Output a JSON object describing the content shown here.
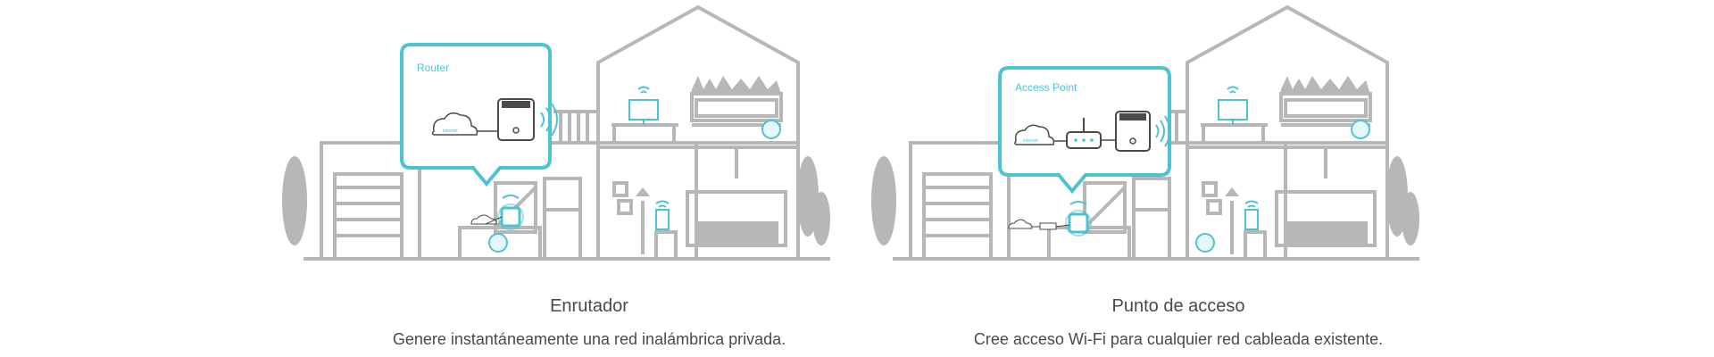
{
  "modes": [
    {
      "title": "Enrutador",
      "description": "Genere instantáneamente una red inalámbrica privada.",
      "callout_label": "Router",
      "cloud_label": "internet"
    },
    {
      "title": "Punto de acceso",
      "description": "Cree acceso Wi-Fi para cualquier red cableada existente.",
      "callout_label": "Access Point",
      "cloud_label": "internet"
    }
  ],
  "colors": {
    "accent": "#4cc3d1",
    "house_gray": "#b7b7b7",
    "text": "#4a4a4a"
  }
}
